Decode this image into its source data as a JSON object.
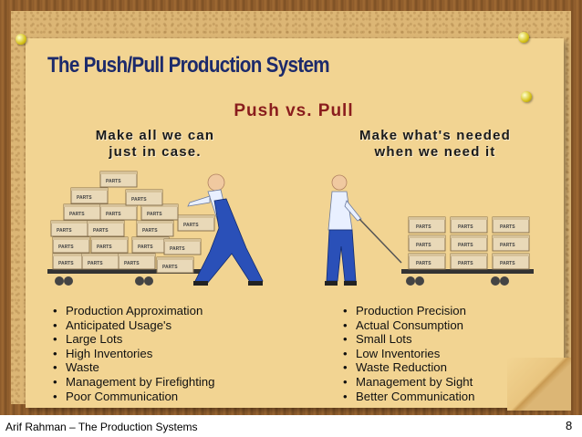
{
  "slide": {
    "title": "The Push/Pull Production System",
    "subtitle": "Push vs. Pull",
    "push": {
      "heading_line1": "Make all we can",
      "heading_line2": "just in case.",
      "bullets": [
        "Production Approximation",
        "Anticipated Usage's",
        "Large Lots",
        "High Inventories",
        "Waste",
        "Management by Firefighting",
        "Poor Communication"
      ]
    },
    "pull": {
      "heading_line1": "Make what's needed",
      "heading_line2": "when we need it",
      "bullets": [
        "Production Precision",
        "Actual Consumption",
        "Small Lots",
        "Low Inventories",
        "Waste Reduction",
        "Management by Sight",
        "Better Communication"
      ]
    },
    "box_label": "PARTS",
    "footer": "Arif Rahman – The Production Systems",
    "page_number": "8"
  },
  "colors": {
    "title": "#1c2a6b",
    "subtitle": "#8a1d1d",
    "paper": "#f2d492",
    "cork": "#dcb675",
    "frame": "#8a5a2b"
  }
}
